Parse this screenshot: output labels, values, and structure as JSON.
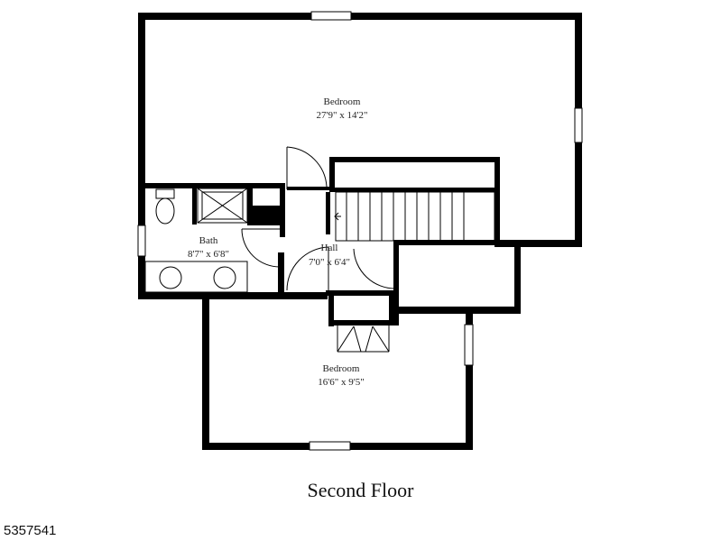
{
  "floor_title": "Second Floor",
  "listing_id": "5357541",
  "rooms": {
    "bedroom_top": {
      "name": "Bedroom",
      "size": "27'9\" x 14'2\""
    },
    "bath": {
      "name": "Bath",
      "size": "8'7\" x 6'8\""
    },
    "hall": {
      "name": "Hall",
      "size": "7'0\" x 6'4\""
    },
    "bedroom_bottom": {
      "name": "Bedroom",
      "size": "16'6\" x 9'5\""
    }
  }
}
